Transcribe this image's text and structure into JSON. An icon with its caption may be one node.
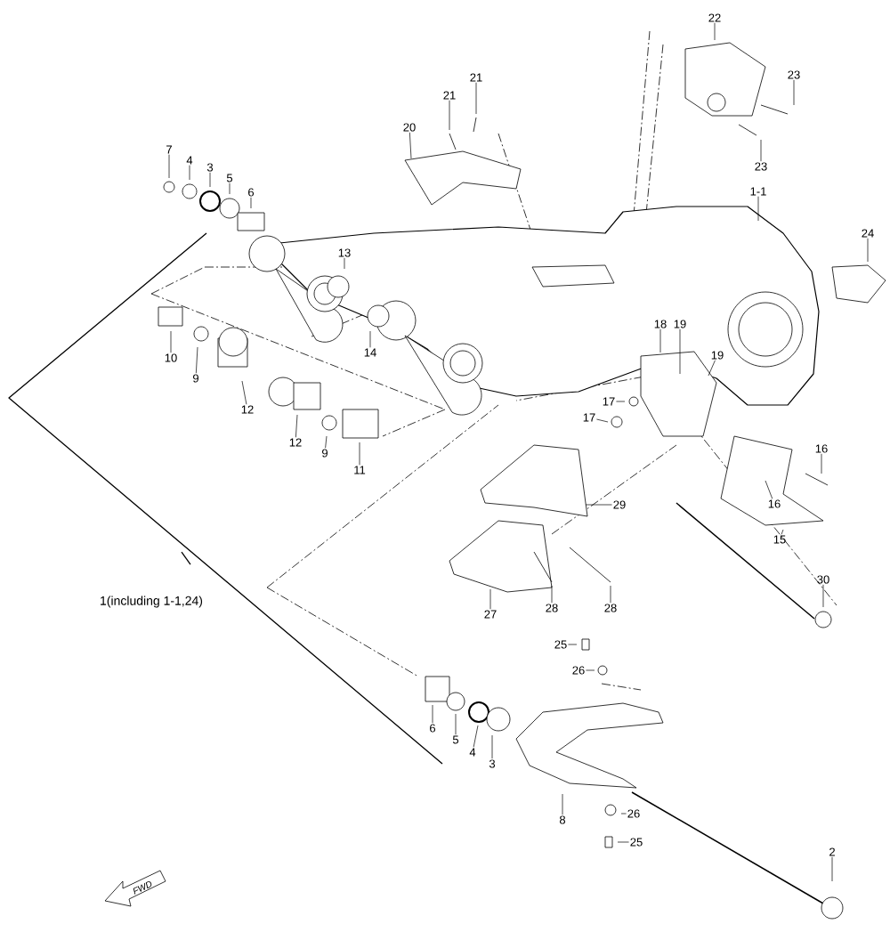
{
  "diagram": {
    "nodes": [
      {
        "text": [
          "22"
        ]
      },
      {
        "text": [
          "21"
        ]
      },
      {
        "text": [
          "23"
        ]
      },
      {
        "text": [
          "21"
        ]
      },
      {
        "text": [
          "20"
        ]
      },
      {
        "text": [
          "7"
        ]
      },
      {
        "text": [
          "4"
        ]
      },
      {
        "text": [
          "3"
        ]
      },
      {
        "text": [
          "23"
        ]
      },
      {
        "text": [
          "5"
        ]
      },
      {
        "text": [
          "1-1"
        ]
      },
      {
        "text": [
          "6"
        ]
      },
      {
        "text": [
          "24"
        ]
      },
      {
        "text": [
          "13"
        ]
      },
      {
        "text": [
          "18"
        ]
      },
      {
        "text": [
          "19"
        ]
      },
      {
        "text": [
          "14"
        ]
      },
      {
        "text": [
          "19"
        ]
      },
      {
        "text": [
          "10"
        ]
      },
      {
        "text": [
          "9"
        ]
      },
      {
        "text": [
          "17"
        ]
      },
      {
        "text": [
          "12"
        ]
      },
      {
        "text": [
          "17"
        ]
      },
      {
        "text": [
          "12"
        ]
      },
      {
        "text": [
          "16"
        ]
      },
      {
        "text": [
          "9"
        ]
      },
      {
        "text": [
          "11"
        ]
      },
      {
        "text": [
          "16"
        ]
      },
      {
        "text": [
          "29"
        ]
      },
      {
        "text": [
          "15"
        ]
      },
      {
        "text": [
          "30"
        ]
      },
      {
        "text": [
          "27"
        ]
      },
      {
        "text": [
          "28"
        ]
      },
      {
        "text": [
          "28"
        ]
      },
      {
        "text": [
          "25"
        ]
      },
      {
        "text": [
          "26"
        ]
      },
      {
        "text": [
          "6"
        ]
      },
      {
        "text": [
          "5"
        ]
      },
      {
        "text": [
          "4"
        ]
      },
      {
        "text": [
          "3"
        ]
      },
      {
        "text": [
          "26"
        ]
      },
      {
        "text": [
          "8"
        ]
      },
      {
        "text": [
          "25"
        ]
      },
      {
        "text": [
          "2"
        ]
      }
    ],
    "edges": [
      {
        "from": 0,
        "to": null,
        "arrow": "none"
      },
      {
        "from": 1,
        "to": null,
        "arrow": "none"
      },
      {
        "from": 2,
        "to": null,
        "arrow": "none"
      },
      {
        "from": 3,
        "to": null,
        "arrow": "none"
      },
      {
        "from": 4,
        "to": null,
        "arrow": "none"
      },
      {
        "from": 5,
        "to": null,
        "arrow": "none"
      },
      {
        "from": 6,
        "to": null,
        "arrow": "none"
      },
      {
        "from": 7,
        "to": null,
        "arrow": "none"
      },
      {
        "from": 8,
        "to": null,
        "arrow": "none"
      },
      {
        "from": 9,
        "to": null,
        "arrow": "none"
      },
      {
        "from": 10,
        "to": null,
        "arrow": "none"
      },
      {
        "from": 11,
        "to": null,
        "arrow": "none"
      },
      {
        "from": 12,
        "to": null,
        "arrow": "none"
      },
      {
        "from": 13,
        "to": null,
        "arrow": "none"
      },
      {
        "from": 14,
        "to": null,
        "arrow": "none"
      },
      {
        "from": 15,
        "to": null,
        "arrow": "none"
      },
      {
        "from": 16,
        "to": null,
        "arrow": "none"
      },
      {
        "from": 17,
        "to": null,
        "arrow": "none"
      },
      {
        "from": 18,
        "to": null,
        "arrow": "none"
      },
      {
        "from": 19,
        "to": null,
        "arrow": "none"
      },
      {
        "from": 20,
        "to": null,
        "arrow": "none"
      },
      {
        "from": 21,
        "to": null,
        "arrow": "none"
      },
      {
        "from": 22,
        "to": null,
        "arrow": "none"
      },
      {
        "from": 23,
        "to": null,
        "arrow": "none"
      },
      {
        "from": 24,
        "to": null,
        "arrow": "none"
      },
      {
        "from": 25,
        "to": null,
        "arrow": "none"
      },
      {
        "from": 26,
        "to": null,
        "arrow": "none"
      },
      {
        "from": 27,
        "to": null,
        "arrow": "none"
      },
      {
        "from": 28,
        "to": null,
        "arrow": "none"
      },
      {
        "from": 29,
        "to": null,
        "arrow": "none"
      },
      {
        "from": 30,
        "to": null,
        "arrow": "none"
      },
      {
        "from": 31,
        "to": null,
        "arrow": "none"
      },
      {
        "from": 32,
        "to": null,
        "arrow": "none"
      },
      {
        "from": 33,
        "to": null,
        "arrow": "none"
      },
      {
        "from": 34,
        "to": null,
        "arrow": "none"
      },
      {
        "from": 35,
        "to": null,
        "arrow": "none"
      },
      {
        "from": 36,
        "to": null,
        "arrow": "none"
      },
      {
        "from": 37,
        "to": null,
        "arrow": "none"
      },
      {
        "from": 38,
        "to": null,
        "arrow": "none"
      },
      {
        "from": 39,
        "to": null,
        "arrow": "none"
      },
      {
        "from": 40,
        "to": null,
        "arrow": "none"
      },
      {
        "from": 41,
        "to": null,
        "arrow": "none"
      },
      {
        "from": 42,
        "to": null,
        "arrow": "none"
      },
      {
        "from": 43,
        "to": null,
        "arrow": "none"
      }
    ],
    "labels": [
      "1(including 1-1,24)",
      "FWD"
    ]
  }
}
